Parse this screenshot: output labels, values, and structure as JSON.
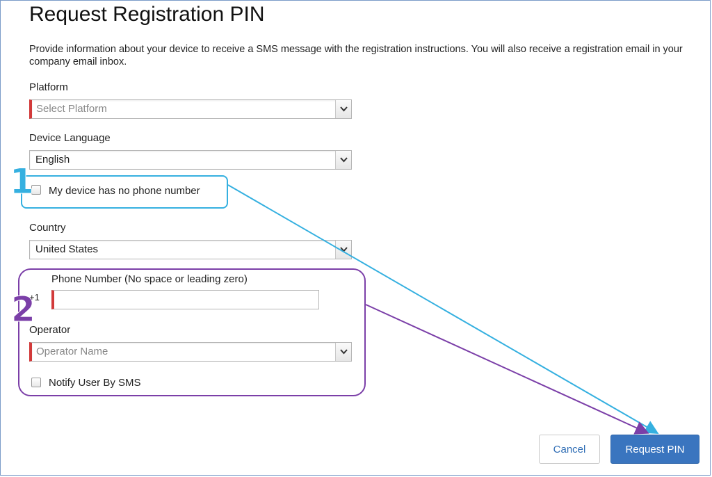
{
  "title": "Request Registration PIN",
  "description": "Provide information about your device to receive a SMS message with the registration instructions. You will also receive a registration email in your company email inbox.",
  "platform": {
    "label": "Platform",
    "placeholder": "Select Platform"
  },
  "device_language": {
    "label": "Device Language",
    "value": "English"
  },
  "no_phone": {
    "label": "My device has no phone number",
    "checked": false
  },
  "country": {
    "label": "Country",
    "value": "United States"
  },
  "phone": {
    "label": "Phone Number (No space or leading zero)",
    "prefix": "+1",
    "value": ""
  },
  "operator": {
    "label": "Operator",
    "placeholder": "Operator Name"
  },
  "notify_sms": {
    "label": "Notify User By SMS",
    "checked": false
  },
  "buttons": {
    "cancel": "Cancel",
    "request": "Request PIN"
  },
  "callouts": {
    "one": "1",
    "two": "2"
  },
  "colors": {
    "accent": "#3a75bf",
    "required": "#d23a3a",
    "callout1": "#35b0e0",
    "callout2": "#7b3fa8"
  }
}
